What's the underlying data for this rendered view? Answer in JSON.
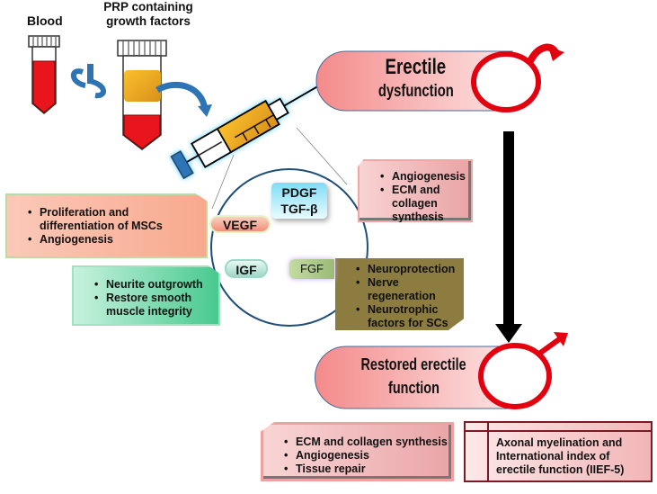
{
  "labels": {
    "blood": "Blood",
    "prp_line1": "PRP containing",
    "prp_line2": "growth factors"
  },
  "condition_top": {
    "line1": "Erectile",
    "line2": "dysfunction"
  },
  "condition_bottom": {
    "line1": "Restored erectile",
    "line2": "function"
  },
  "growth_factors": {
    "vegf": "VEGF",
    "igf": "IGF",
    "pdgf": "PDGF",
    "tgf": "TGF-β",
    "fgf": "FGF"
  },
  "effects": {
    "vegf": [
      "Proliferation and differentiation of MSCs",
      "Angiogenesis"
    ],
    "igf": [
      "Neurite outgrowth",
      "Restore smooth muscle integrity"
    ],
    "pdgf_tgf": [
      "Angiogenesis",
      "ECM and collagen synthesis"
    ],
    "fgf": [
      "Neuroprotection",
      "Nerve regeneration",
      "Neurotrophic factors for SCs"
    ]
  },
  "outcomes": {
    "left": [
      "ECM and collagen synthesis",
      "Angiogenesis",
      "Tissue repair"
    ],
    "right": "Axonal myelination and International index of erectile function (IIEF-5)"
  },
  "colors": {
    "blood_red": "#e8161c",
    "plasma_gold": "#f5b324",
    "arrow_blue": "#2e74b5",
    "male_symbol": "#e3000f",
    "pill_pink": "#f48a8a"
  }
}
